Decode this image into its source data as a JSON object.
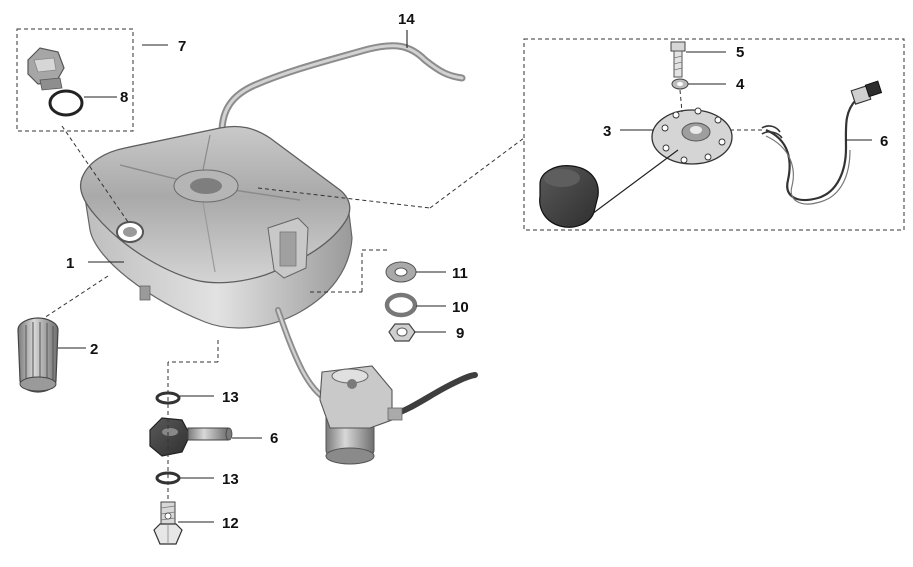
{
  "parts": {
    "p1": "1",
    "p2": "2",
    "p3": "3",
    "p4": "4",
    "p5": "5",
    "p6a": "6",
    "p6b": "6",
    "p7": "7",
    "p8": "8",
    "p9": "9",
    "p10": "10",
    "p11": "11",
    "p12": "12",
    "p13a": "13",
    "p13b": "13",
    "p14": "14"
  },
  "colors": {
    "metal_light": "#d9d9d9",
    "metal_mid": "#a6a6a6",
    "metal_dark": "#6b6b6b",
    "rubber": "#3a3a3a"
  }
}
